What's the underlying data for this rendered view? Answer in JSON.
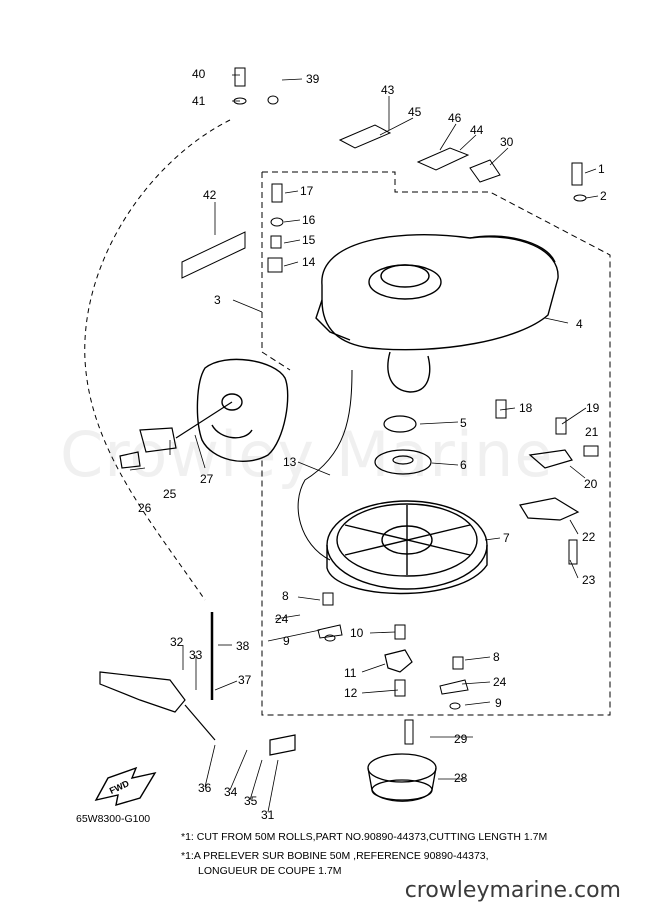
{
  "diagram": {
    "code": "65W8300-G100",
    "fwd_label": "FWD",
    "callouts": {
      "c1": "1",
      "c2": "2",
      "c3": "3",
      "c4": "4",
      "c5": "5",
      "c6": "6",
      "c7": "7",
      "c8a": "8",
      "c8b": "8",
      "c9a": "9",
      "c9b": "9",
      "c10": "10",
      "c11": "11",
      "c12": "12",
      "c13": "13",
      "c14": "14",
      "c15": "15",
      "c16": "16",
      "c17": "17",
      "c18": "18",
      "c19": "19",
      "c20": "20",
      "c21": "21",
      "c22": "22",
      "c23": "23",
      "c24a": "24",
      "c24b": "24",
      "c25": "25",
      "c26": "26",
      "c27": "27",
      "c28": "28",
      "c29": "29",
      "c30": "30",
      "c31": "31",
      "c32": "32",
      "c33": "33",
      "c34": "34",
      "c35": "35",
      "c36": "36",
      "c37": "37",
      "c38": "38",
      "c39": "39",
      "c40": "40",
      "c41": "41",
      "c42": "42",
      "c43": "43",
      "c44": "44",
      "c45": "45",
      "c46": "46"
    }
  },
  "notes": {
    "en": "*1: CUT FROM 50M ROLLS,PART NO.90890-44373,CUTTING LENGTH 1.7M",
    "fr_1": "*1:A PRELEVER SUR BOBINE 50M ,REFERENCE 90890-44373,",
    "fr_2": "LONGUEUR DE COUPE 1.7M"
  },
  "watermark": {
    "center": "Crowley Marine",
    "bottom": "crowleymarine.com"
  }
}
